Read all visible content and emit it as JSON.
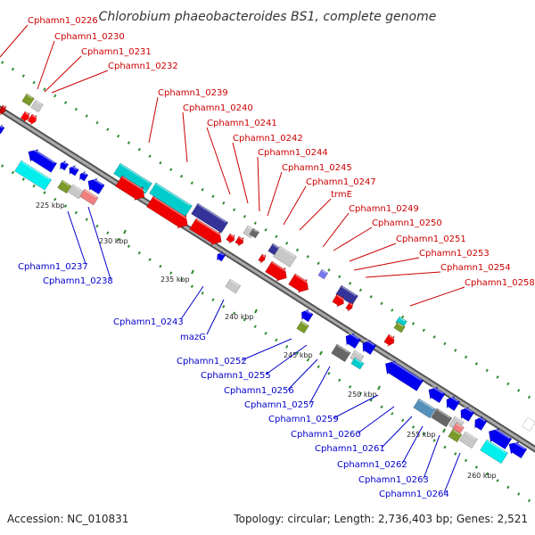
{
  "title": "Chlorobium phaeobacteroides BS1, complete genome",
  "footer": {
    "accession": "Accession: NC_010831",
    "summary": "Topology: circular; Length: 2,736,403 bp; Genes: 2,521"
  },
  "colors": {
    "forward_label": "#cc0000",
    "reverse_label": "#0000cc",
    "backbone": "#888888",
    "tick_dot": "#2f8a2f"
  },
  "ticks": [
    "225 kbp",
    "230 kbp",
    "235 kbp",
    "240 kbp",
    "245 kbp",
    "250 kbp",
    "255 kbp",
    "260 kbp"
  ],
  "top_labels": [
    "Cphamn1_0226",
    "Cphamn1_0230",
    "Cphamn1_0231",
    "Cphamn1_0232",
    "Cphamn1_0239",
    "Cphamn1_0240",
    "Cphamn1_0241",
    "Cphamn1_0242",
    "Cphamn1_0244",
    "Cphamn1_0245",
    "Cphamn1_0247",
    "trmE",
    "Cphamn1_0249",
    "Cphamn1_0250",
    "Cphamn1_0251",
    "Cphamn1_0253",
    "Cphamn1_0254",
    "Cphamn1_0258"
  ],
  "bottom_labels": [
    "Cphamn1_0237",
    "Cphamn1_0238",
    "Cphamn1_0243",
    "mazG",
    "Cphamn1_0252",
    "Cphamn1_0255",
    "Cphamn1_0256",
    "Cphamn1_0257",
    "Cphamn1_0259",
    "Cphamn1_0260",
    "Cphamn1_0261",
    "Cphamn1_0262",
    "Cphamn1_0263",
    "Cphamn1_0264"
  ]
}
